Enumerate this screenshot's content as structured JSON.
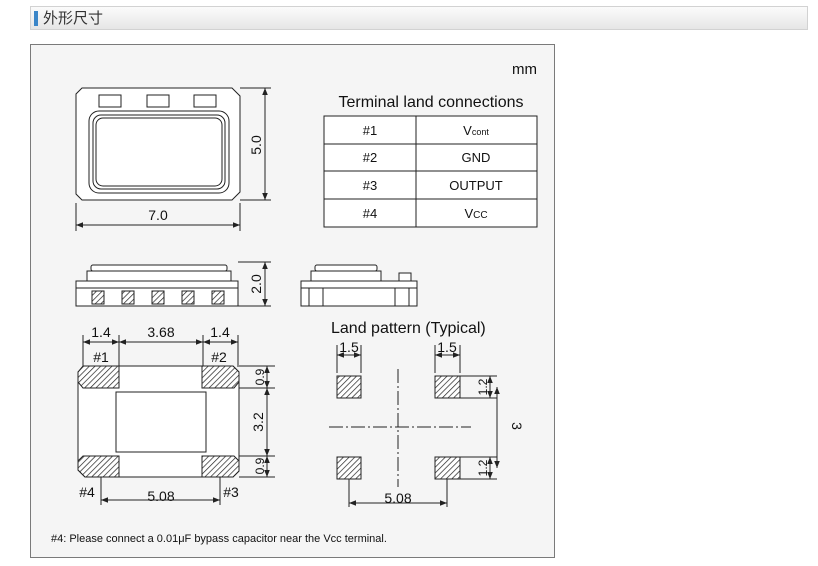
{
  "header": {
    "title": "外形尺寸",
    "accent_color": "#3b86c8"
  },
  "drawing": {
    "unit": "mm",
    "top_view": {
      "width": "7.0",
      "height": "5.0"
    },
    "side_view": {
      "height": "2.0"
    },
    "bottom_view": {
      "pad_width_left": "1.4",
      "center_span": "3.68",
      "pad_width_right": "1.4",
      "pad_height_top": "0.9",
      "pad_height_bottom": "0.9",
      "middle_gap": "3.2",
      "pitch": "5.08",
      "labels": [
        "#1",
        "#2",
        "#3",
        "#4"
      ]
    },
    "land_pattern": {
      "title": "Land pattern (Typical)",
      "pad_width_left": "1.5",
      "pad_width_right": "1.5",
      "pad_height_top": "1.2",
      "pad_height_bottom": "1.2",
      "middle": "3",
      "pitch": "5.08"
    },
    "note": "#4: Please connect a 0.01μF bypass capacitor near the Vcc terminal."
  },
  "terminal_table": {
    "title": "Terminal land connections",
    "rows": [
      {
        "pin": "#1",
        "name": "V",
        "sub": "cont"
      },
      {
        "pin": "#2",
        "name": "GND",
        "sub": ""
      },
      {
        "pin": "#3",
        "name": "OUTPUT",
        "sub": ""
      },
      {
        "pin": "#4",
        "name": "V",
        "sub": "CC"
      }
    ]
  }
}
